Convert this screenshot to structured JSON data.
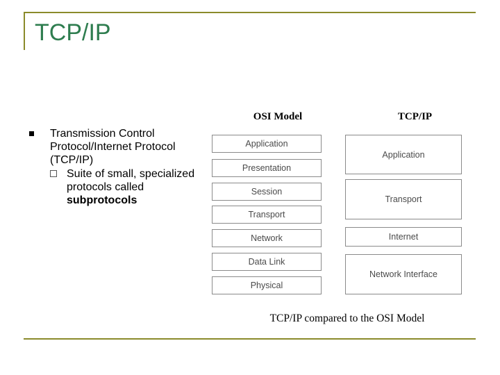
{
  "slide": {
    "title": "TCP/IP",
    "accent_color": "#2e7d4f",
    "rule_color": "#8a8a2a"
  },
  "bullets": {
    "level1": "Transmission Control Protocol/Internet Protocol (TCP/IP)",
    "level2_prefix": "Suite of small, specialized protocols called ",
    "level2_bold": "subprotocols"
  },
  "diagram": {
    "osi_header": "OSI Model",
    "tcp_header": "TCP/IP",
    "osi_layers": [
      "Application",
      "Presentation",
      "Session",
      "Transport",
      "Network",
      "Data Link",
      "Physical"
    ],
    "tcp_layers": [
      "Application",
      "Transport",
      "Internet",
      "Network Interface"
    ],
    "caption": "TCP/IP compared to the OSI Model"
  }
}
